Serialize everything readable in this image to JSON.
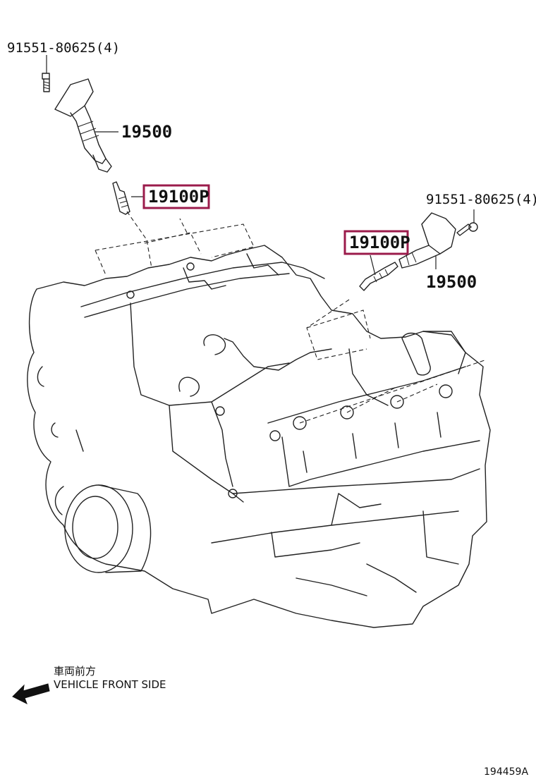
{
  "labels": {
    "bolt_left": "91551-80625(4)",
    "coil_left": "19500",
    "plug_left": "19100P",
    "bolt_right": "91551-80625(4)",
    "plug_right": "19100P",
    "coil_right": "19500"
  },
  "direction": {
    "japanese": "車両前方",
    "english": "VEHICLE FRONT SIDE"
  },
  "figure_code": "194459A",
  "colors": {
    "highlight": "#9b1b4b",
    "line": "#222222"
  }
}
